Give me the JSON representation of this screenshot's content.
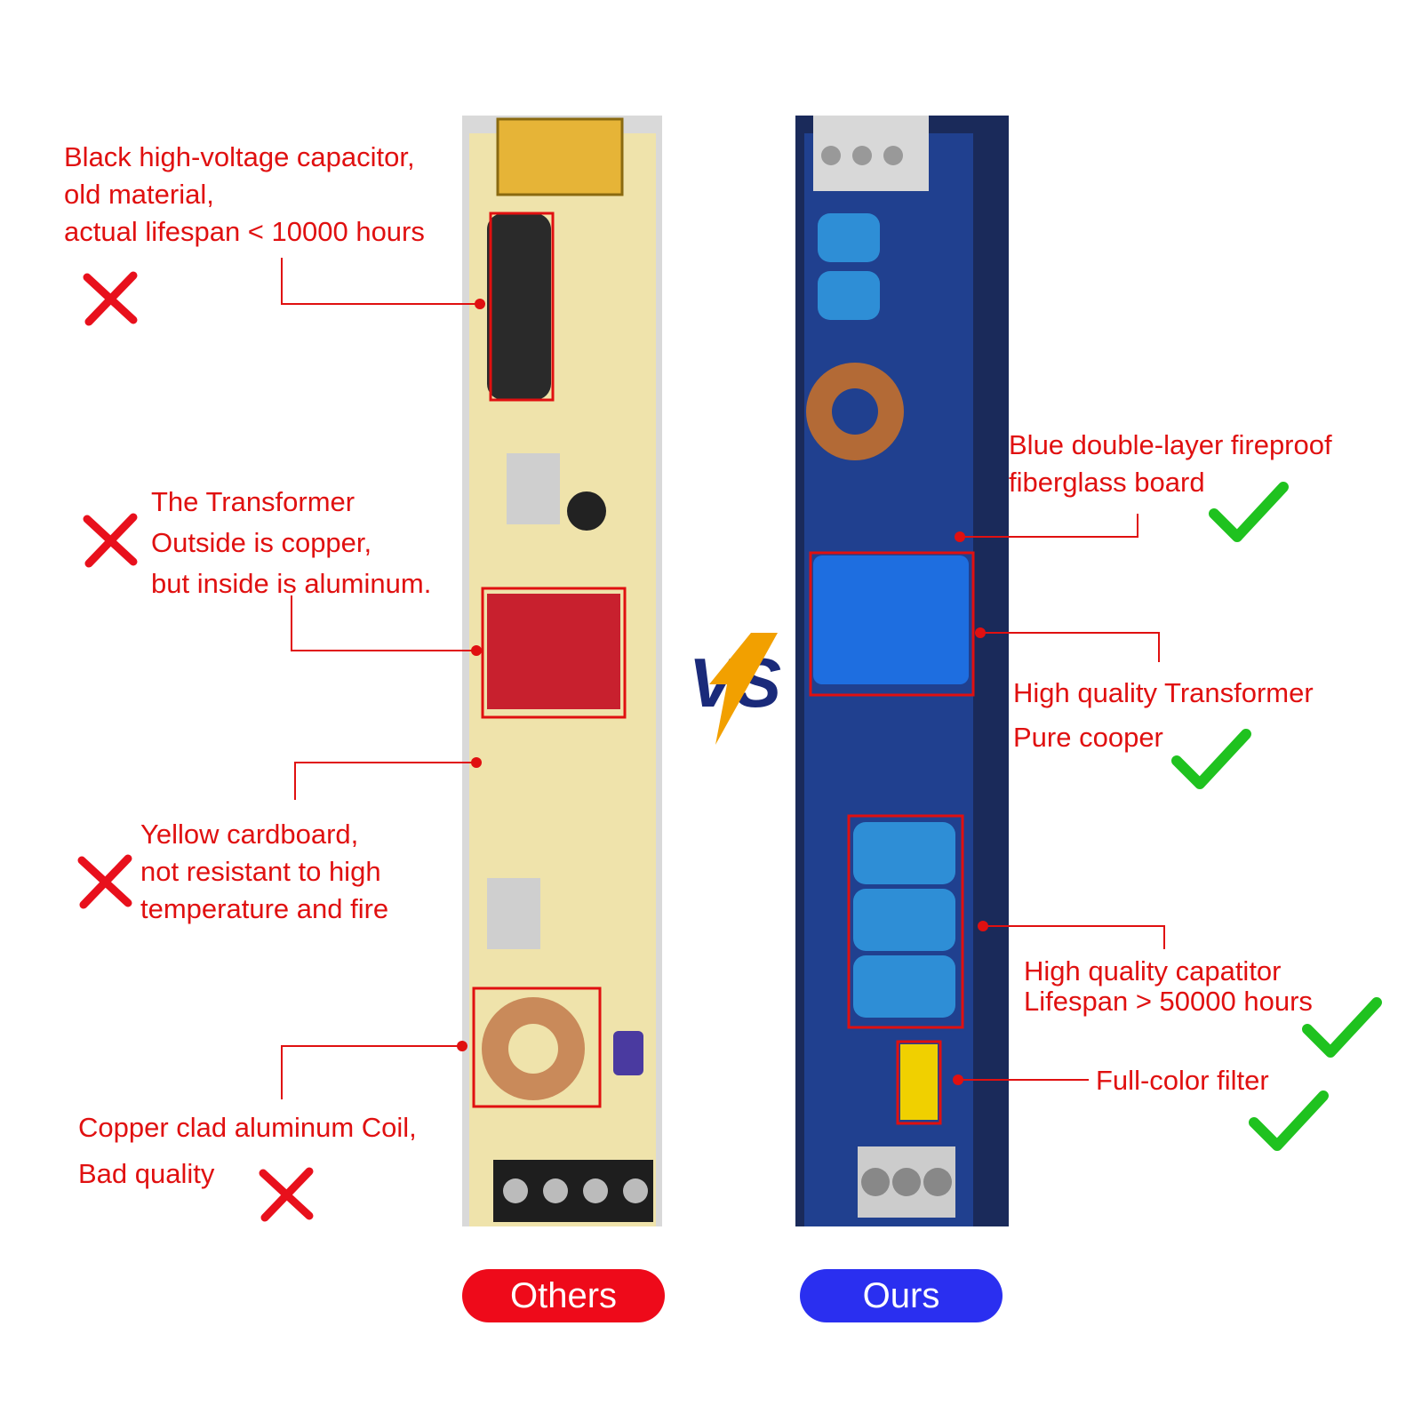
{
  "others": {
    "button_label": "Others",
    "callouts": [
      {
        "lines": [
          "Black high-voltage capacitor,",
          "old material,",
          "actual lifespan < 10000 hours"
        ]
      },
      {
        "lines": [
          "The Transformer",
          "Outside is copper,",
          "but inside is aluminum."
        ]
      },
      {
        "lines": [
          "Yellow cardboard,",
          "not resistant to high",
          "temperature and fire"
        ]
      },
      {
        "lines": [
          "Copper clad aluminum Coil,",
          "Bad quality"
        ]
      }
    ]
  },
  "ours": {
    "button_label": "Ours",
    "callouts": [
      {
        "lines": [
          "Blue double-layer fireproof",
          "fiberglass board"
        ]
      },
      {
        "lines": [
          "High quality Transformer",
          "Pure cooper"
        ]
      },
      {
        "lines": [
          "High quality capatitor",
          "Lifespan > 50000 hours"
        ]
      },
      {
        "lines": [
          "Full-color filter"
        ]
      }
    ]
  },
  "colors": {
    "callout_text": "#e01010",
    "cross_mark": "#e8101c",
    "check_mark": "#1fc21f",
    "others_pill": "#ee0a1a",
    "ours_pill": "#2a2ff0"
  }
}
